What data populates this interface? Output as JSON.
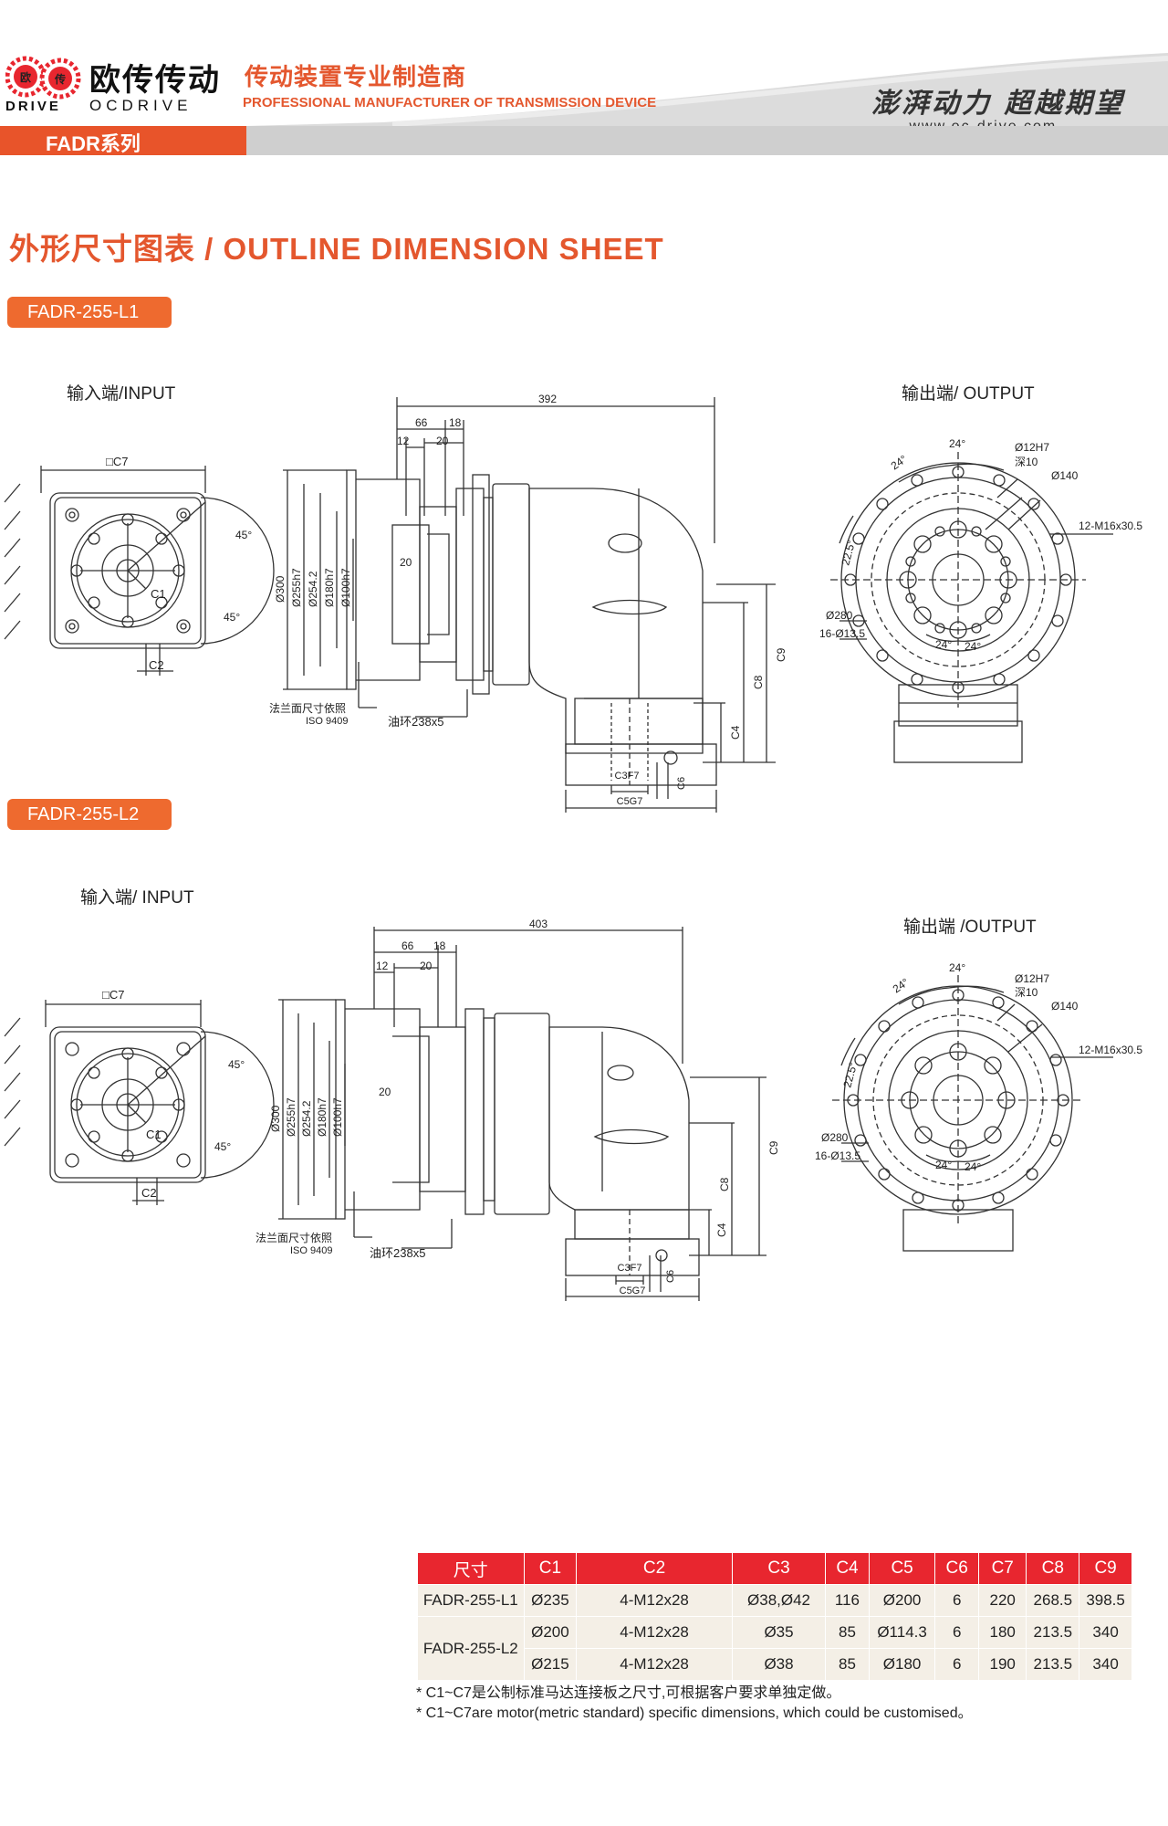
{
  "header": {
    "logo_letters": [
      "欧",
      "传"
    ],
    "brand_cn": "欧传传动",
    "brand_en_left": "DRIVE",
    "brand_en_right": "OCDRIVE",
    "tagline_cn": "传动装置专业制造商",
    "tagline_en": "PROFESSIONAL MANUFACTURER OF TRANSMISSION DEVICE",
    "slogan": "澎湃动力 超越期望",
    "website": "www.oc-drive.com",
    "series": "FADR系列",
    "accent_color": "#e8542a"
  },
  "section_title": "外形尺寸图表 / OUTLINE DIMENSION SHEET",
  "models": [
    {
      "tag": "FADR-255-L1",
      "input_label": "输入端/INPUT",
      "output_label": "输出端/ OUTPUT",
      "dims": {
        "total_length": "392",
        "d66": "66",
        "d18": "18",
        "d12": "12",
        "d20": "20",
        "d20b": "20",
        "c7": "□C7",
        "c2": "C2",
        "c1": "C1",
        "a45a": "45°",
        "a45b": "45°",
        "o300": "Ø300",
        "o255": "Ø255h7",
        "o254": "Ø254.2",
        "o180": "Ø180h7",
        "o100": "Ø100h7",
        "flange_note": "法兰面尺寸依照",
        "iso": "ISO 9409",
        "oil_ring": "油环238x5",
        "c9": "C9",
        "c8": "C8",
        "c4": "C4",
        "c6": "C6",
        "c3": "C3F7",
        "c5": "C5G7",
        "a24a": "24°",
        "a24b": "24°",
        "a24c": "24°",
        "a24d": "24°",
        "a225": "22.5°",
        "o12": "Ø12H7",
        "depth": "深10",
        "o140": "Ø140",
        "m16": "12-M16x30.5",
        "o280": "Ø280",
        "holes": "16-Ø13.5"
      }
    },
    {
      "tag": "FADR-255-L2",
      "input_label": "输入端/ INPUT",
      "output_label": "输出端 /OUTPUT",
      "dims": {
        "total_length": "403",
        "d66": "66",
        "d18": "18",
        "d12": "12",
        "d20": "20",
        "d20b": "20",
        "c7": "□C7",
        "c2": "C2",
        "c1": "C1",
        "a45a": "45°",
        "a45b": "45°",
        "o300": "Ø300",
        "o255": "Ø255h7",
        "o254": "Ø254.2",
        "o180": "Ø180h7",
        "o100": "Ø100h7",
        "flange_note": "法兰面尺寸依照",
        "iso": "ISO 9409",
        "oil_ring": "油环238x5",
        "c9": "C9",
        "c8": "C8",
        "c4": "C4",
        "c6": "C6",
        "c3": "C3F7",
        "c5": "C5G7",
        "a24a": "24°",
        "a24b": "24°",
        "a24c": "24°",
        "a24d": "24°",
        "a225": "22.5°",
        "o12": "Ø12H7",
        "depth": "深10",
        "o140": "Ø140",
        "m16": "12-M16x30.5",
        "o280": "Ø280",
        "holes": "16-Ø13.5"
      }
    }
  ],
  "table": {
    "headers": [
      "尺寸",
      "C1",
      "C2",
      "C3",
      "C4",
      "C5",
      "C6",
      "C7",
      "C8",
      "C9"
    ],
    "rows": [
      {
        "model": "FADR-255-L1",
        "cells": [
          "Ø235",
          "4-M12x28",
          "Ø38,Ø42",
          "116",
          "Ø200",
          "6",
          "220",
          "268.5",
          "398.5"
        ]
      },
      {
        "model": "FADR-255-L2",
        "cells": [
          "Ø200",
          "4-M12x28",
          "Ø35",
          "85",
          "Ø114.3",
          "6",
          "180",
          "213.5",
          "340"
        ]
      },
      {
        "model": "",
        "cells": [
          "Ø215",
          "4-M12x28",
          "Ø38",
          "85",
          "Ø180",
          "6",
          "190",
          "213.5",
          "340"
        ]
      }
    ]
  },
  "notes": [
    "* C1~C7是公制标准马达连接板之尺寸,可根据客户要求单独定做。",
    "* C1~C7are motor(metric standard)  specific dimensions, which could be customised。"
  ]
}
